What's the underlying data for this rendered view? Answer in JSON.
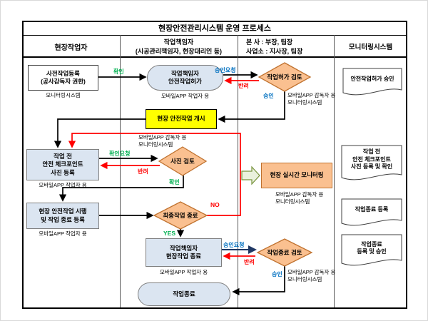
{
  "title": "현장안전관리시스템 운영 프로세스",
  "columns": {
    "worker": "현장작업자",
    "manager": "작업책임자\n(시공관리책임자, 현장대리인 등)",
    "hq": "본  사 : 부장, 팀장\n사업소 : 지사장, 팀장",
    "monitoring": "모니터링시스템"
  },
  "nodes": {
    "pre_registration": {
      "label": "사전작업등록\n(공사감독자 권한)",
      "caption": "모니터링시스템"
    },
    "safety_permit": {
      "label": "작업책임자\n안전작업허가",
      "caption": "모바일APP 작업자 용"
    },
    "permit_review": {
      "label": "작업허가 검토",
      "caption_lines": [
        "모바일APP 감독자 용",
        "모니터링시스템"
      ]
    },
    "work_start": {
      "label": "현장 안전작업 개시"
    },
    "checkpoint_register": {
      "label": "작업 전\n안전 체크포인트\n사진 등록",
      "caption": "모바일APP 작업자 용"
    },
    "photo_review": {
      "label": "사진 검토",
      "caption_lines": [
        "모바일APP 감독자 용",
        "모니터링시스템"
      ]
    },
    "realtime_monitoring": {
      "label": "현장 실시간 모니터링",
      "caption_lines": [
        "모바일APP 감독자 용",
        "모니터링시스템"
      ]
    },
    "field_execution": {
      "label": "현장 안전작업 시행\n및 작업 종료 등록",
      "caption": "모바일APP 작업자 용"
    },
    "final_end_check": {
      "label": "최종작업 종료"
    },
    "manager_end": {
      "label": "작업책임자\n현장작업 종료",
      "caption": "모바일APP 작업자 용"
    },
    "end_review": {
      "label": "작업종료 검토",
      "caption_lines": [
        "모바일APP 감독자 용",
        "모니터링시스템"
      ]
    },
    "work_end": {
      "label": "작업종료"
    },
    "doc_permit_approved": {
      "label": "안전작업허가 승인"
    },
    "doc_checkpoint": {
      "label": "작업 전\n안전 체크포인트\n사진 등록 및 확인"
    },
    "doc_end_registered": {
      "label": "작업종료 등록"
    },
    "doc_end_approved": {
      "label": "작업종료\n등록 및 승인"
    }
  },
  "edge_labels": {
    "confirm": "확인",
    "approval_request_top": "승인요청",
    "reject_top": "반려",
    "approve_top": "승인",
    "confirm_request": "확인요청",
    "reject_mid": "반려",
    "confirm_mid": "확인",
    "no": "NO",
    "yes": "YES",
    "approval_request_bottom": "승인요청",
    "reject_bottom": "반려",
    "approve_bottom": "승인"
  },
  "colors": {
    "approve_green": "#00B050",
    "request_blue": "#0070C0",
    "reject_red": "#FF0000",
    "box_blue": "#DBE5F1",
    "diamond_orange": "#FAC090",
    "highlight_yellow": "#FFFF00"
  }
}
